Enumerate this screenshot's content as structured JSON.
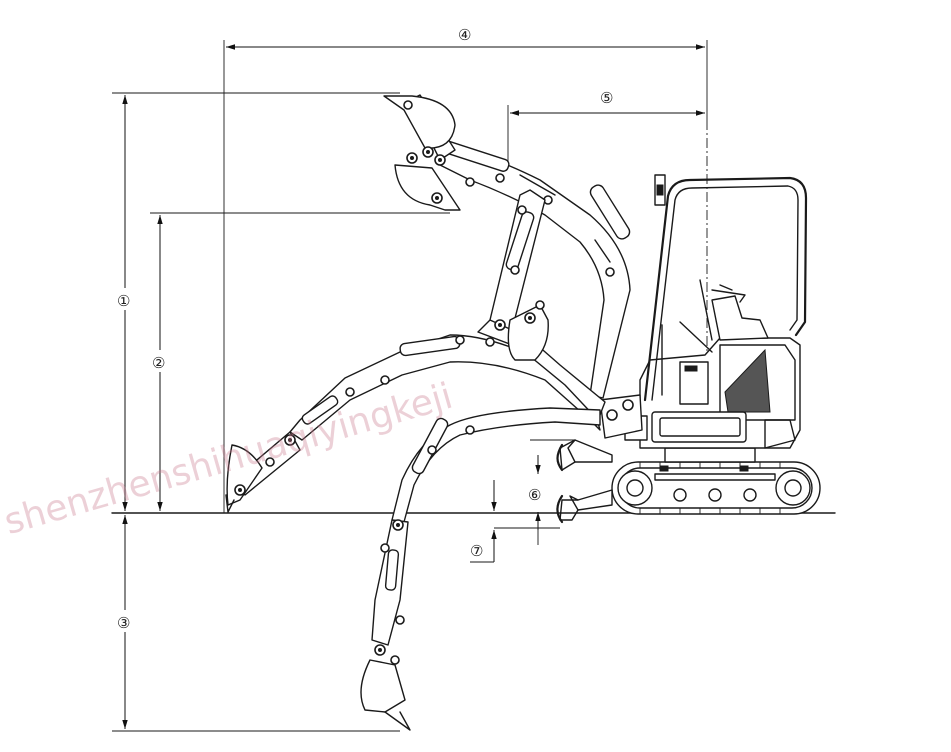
{
  "figure": {
    "callouts": {
      "c1": "①",
      "c2": "②",
      "c3": "③",
      "c4": "④",
      "c5": "⑤",
      "c6": "⑥",
      "c7": "⑦"
    },
    "watermark": "shenzhenshihuaqiyingkeji"
  }
}
